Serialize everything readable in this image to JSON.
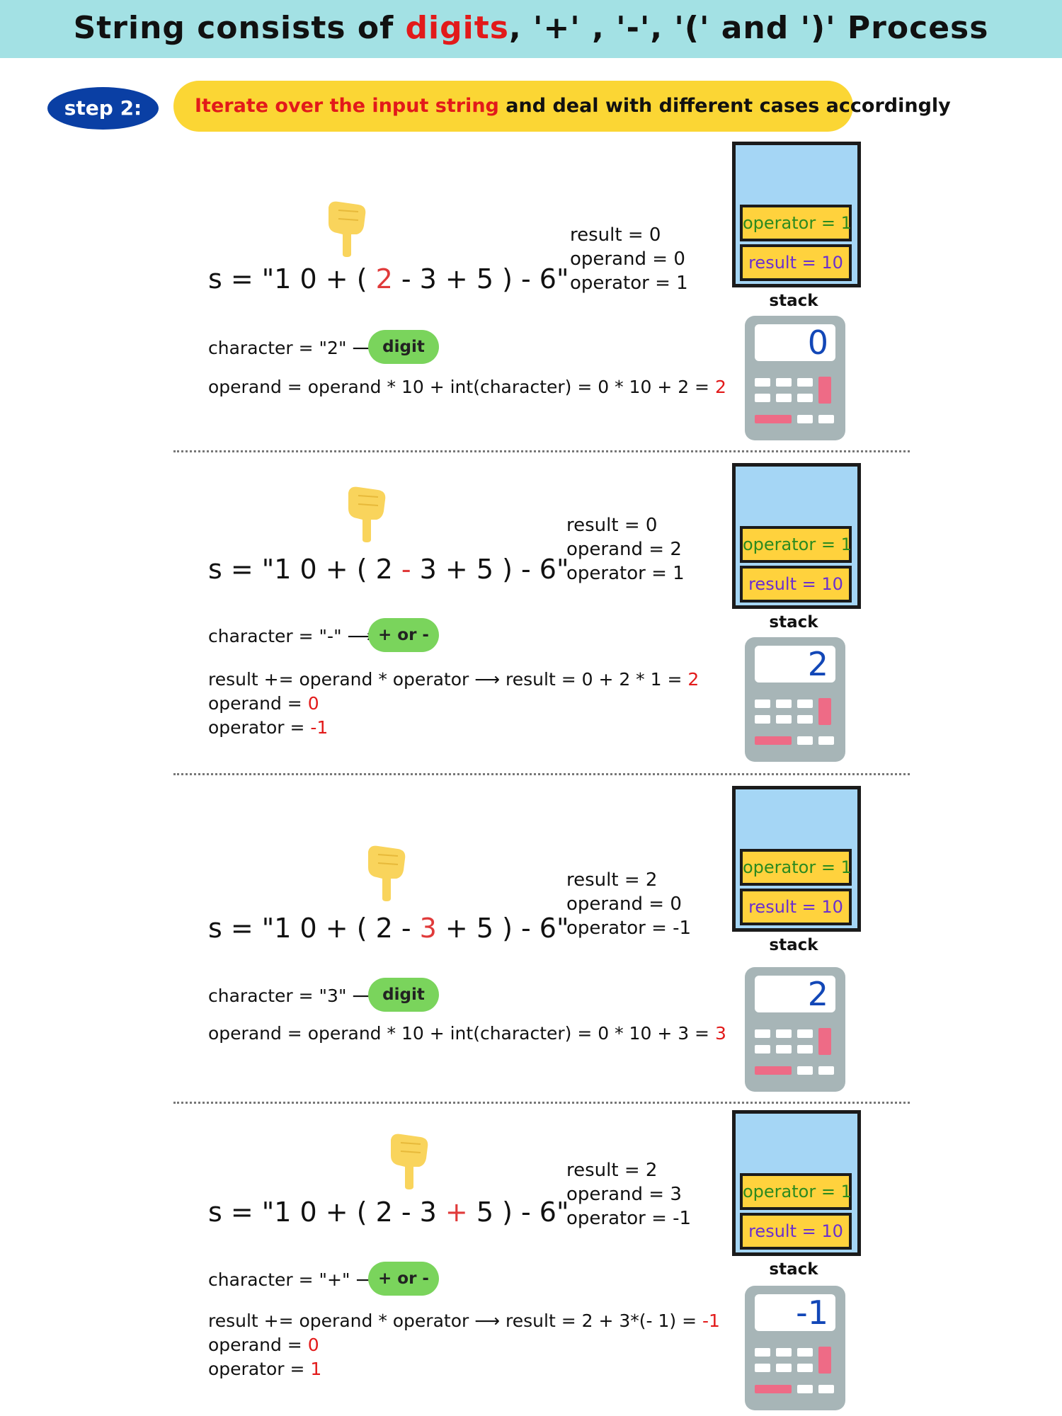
{
  "banner": {
    "title_start": "String consists of ",
    "title_highlight": "digits",
    "title_end": ", '+' , '-', '(' and ')' Process"
  },
  "step": {
    "label": "step 2:",
    "desc_highlight": "Iterate over the input string",
    "desc_rest": " and deal with different cases accordingly"
  },
  "colors": {
    "banner": "#a3e1e4",
    "step_pill": "#0a3fa4",
    "step_desc": "#fbd634",
    "tag_green": "#7ad45c",
    "highlight_red": "#e21a1a",
    "stack_blue": "#a5d6f5",
    "frame_yellow": "#ffd23d",
    "calc_grey": "#a7b5b7"
  },
  "icons": {
    "pointer": "pointing-hand-icon",
    "calculator": "calculator-icon"
  },
  "sections": [
    {
      "expr_before": "s = \"1 0 + ( ",
      "expr_hl": "2",
      "expr_after": " - 3 + 5 ) - 6\"",
      "state": [
        "result = 0",
        "operand = 0",
        "operator = 1"
      ],
      "char_line": "character = \"2\" ⟶",
      "tag": "digit",
      "lines": [
        {
          "text": "operand = operand * 10 + int(character) = 0 * 10 + 2 = ",
          "hl": "2"
        }
      ],
      "stack": {
        "operator": "operator = 1",
        "result": "result = 10",
        "label": "stack"
      },
      "calc": "0"
    },
    {
      "expr_before": "s = \"1 0 + ( 2 ",
      "expr_hl": "-",
      "expr_after": " 3 + 5 ) - 6\"",
      "state": [
        "result = 0",
        "operand = 2",
        "operator = 1"
      ],
      "char_line": "character = \"-\" ⟶",
      "tag": "+ or -",
      "lines": [
        {
          "text": "result += operand * operator ⟶ result = 0 + 2 * 1 = ",
          "hl": "2"
        },
        {
          "text": "operand = ",
          "hl": "0"
        },
        {
          "text": "operator = ",
          "hl": "-1"
        }
      ],
      "stack": {
        "operator": "operator = 1",
        "result": "result = 10",
        "label": "stack"
      },
      "calc": "2"
    },
    {
      "expr_before": "s = \"1 0 + ( 2 - ",
      "expr_hl": "3",
      "expr_after": " + 5 ) - 6\"",
      "state": [
        "result = 2",
        "operand = 0",
        "operator = -1"
      ],
      "char_line": "character = \"3\" ⟶",
      "tag": "digit",
      "lines": [
        {
          "text": "operand = operand * 10 + int(character) = 0 * 10 + 3 = ",
          "hl": "3"
        }
      ],
      "stack": {
        "operator": "operator = 1",
        "result": "result = 10",
        "label": "stack"
      },
      "calc": "2"
    },
    {
      "expr_before": "s = \"1 0 + ( 2 - 3 ",
      "expr_hl": "+",
      "expr_after": " 5 ) - 6\"",
      "state": [
        "result = 2",
        "operand = 3",
        "operator = -1"
      ],
      "char_line": "character = \"+\" ⟶",
      "tag": "+ or -",
      "lines": [
        {
          "text": "result += operand * operator ⟶ result = 2 + 3*(- 1) = ",
          "hl": "-1"
        },
        {
          "text": "operand = ",
          "hl": "0"
        },
        {
          "text": "operator = ",
          "hl": "1"
        }
      ],
      "stack": {
        "operator": "operator = 1",
        "result": "result = 10",
        "label": "stack"
      },
      "calc": "-1"
    }
  ]
}
